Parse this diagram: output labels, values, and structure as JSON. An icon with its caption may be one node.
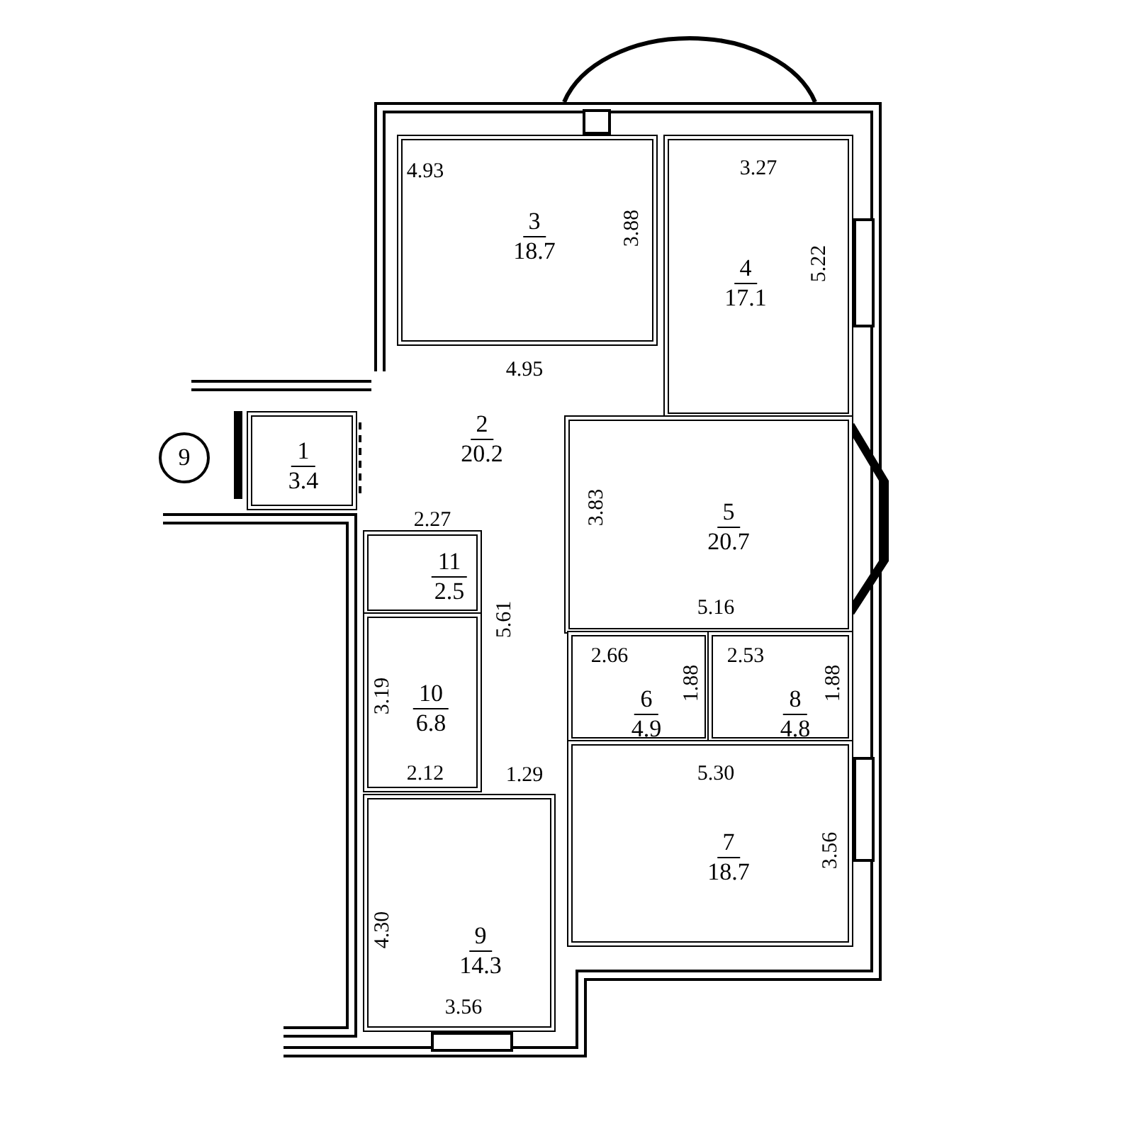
{
  "diagram": {
    "nodes": [
      {
        "text": [
          "3",
          "18.7"
        ]
      },
      {
        "text": [
          "4",
          "17.1"
        ]
      },
      {
        "text": [
          "9"
        ]
      },
      {
        "text": [
          "1",
          "3.4"
        ]
      },
      {
        "text": [
          "2",
          "20.2"
        ]
      },
      {
        "text": [
          "5",
          "20.7"
        ]
      },
      {
        "text": [
          "11",
          "2.5"
        ]
      },
      {
        "text": [
          "10",
          "6.8"
        ]
      },
      {
        "text": [
          "6",
          "4.9"
        ]
      },
      {
        "text": [
          "8",
          "4.8"
        ]
      },
      {
        "text": [
          "7",
          "18.7"
        ]
      },
      {
        "text": [
          "9",
          "14.3"
        ]
      }
    ],
    "labels": [
      "4.93",
      "3.27",
      "3.88",
      "5.22",
      "4.95",
      "3.83",
      "2.27",
      "5.16",
      "5.61",
      "2.66",
      "2.53",
      "3.19",
      "1.88",
      "1.88",
      "2.12",
      "1.29",
      "5.30",
      "3.56",
      "4.30",
      "3.56"
    ]
  }
}
